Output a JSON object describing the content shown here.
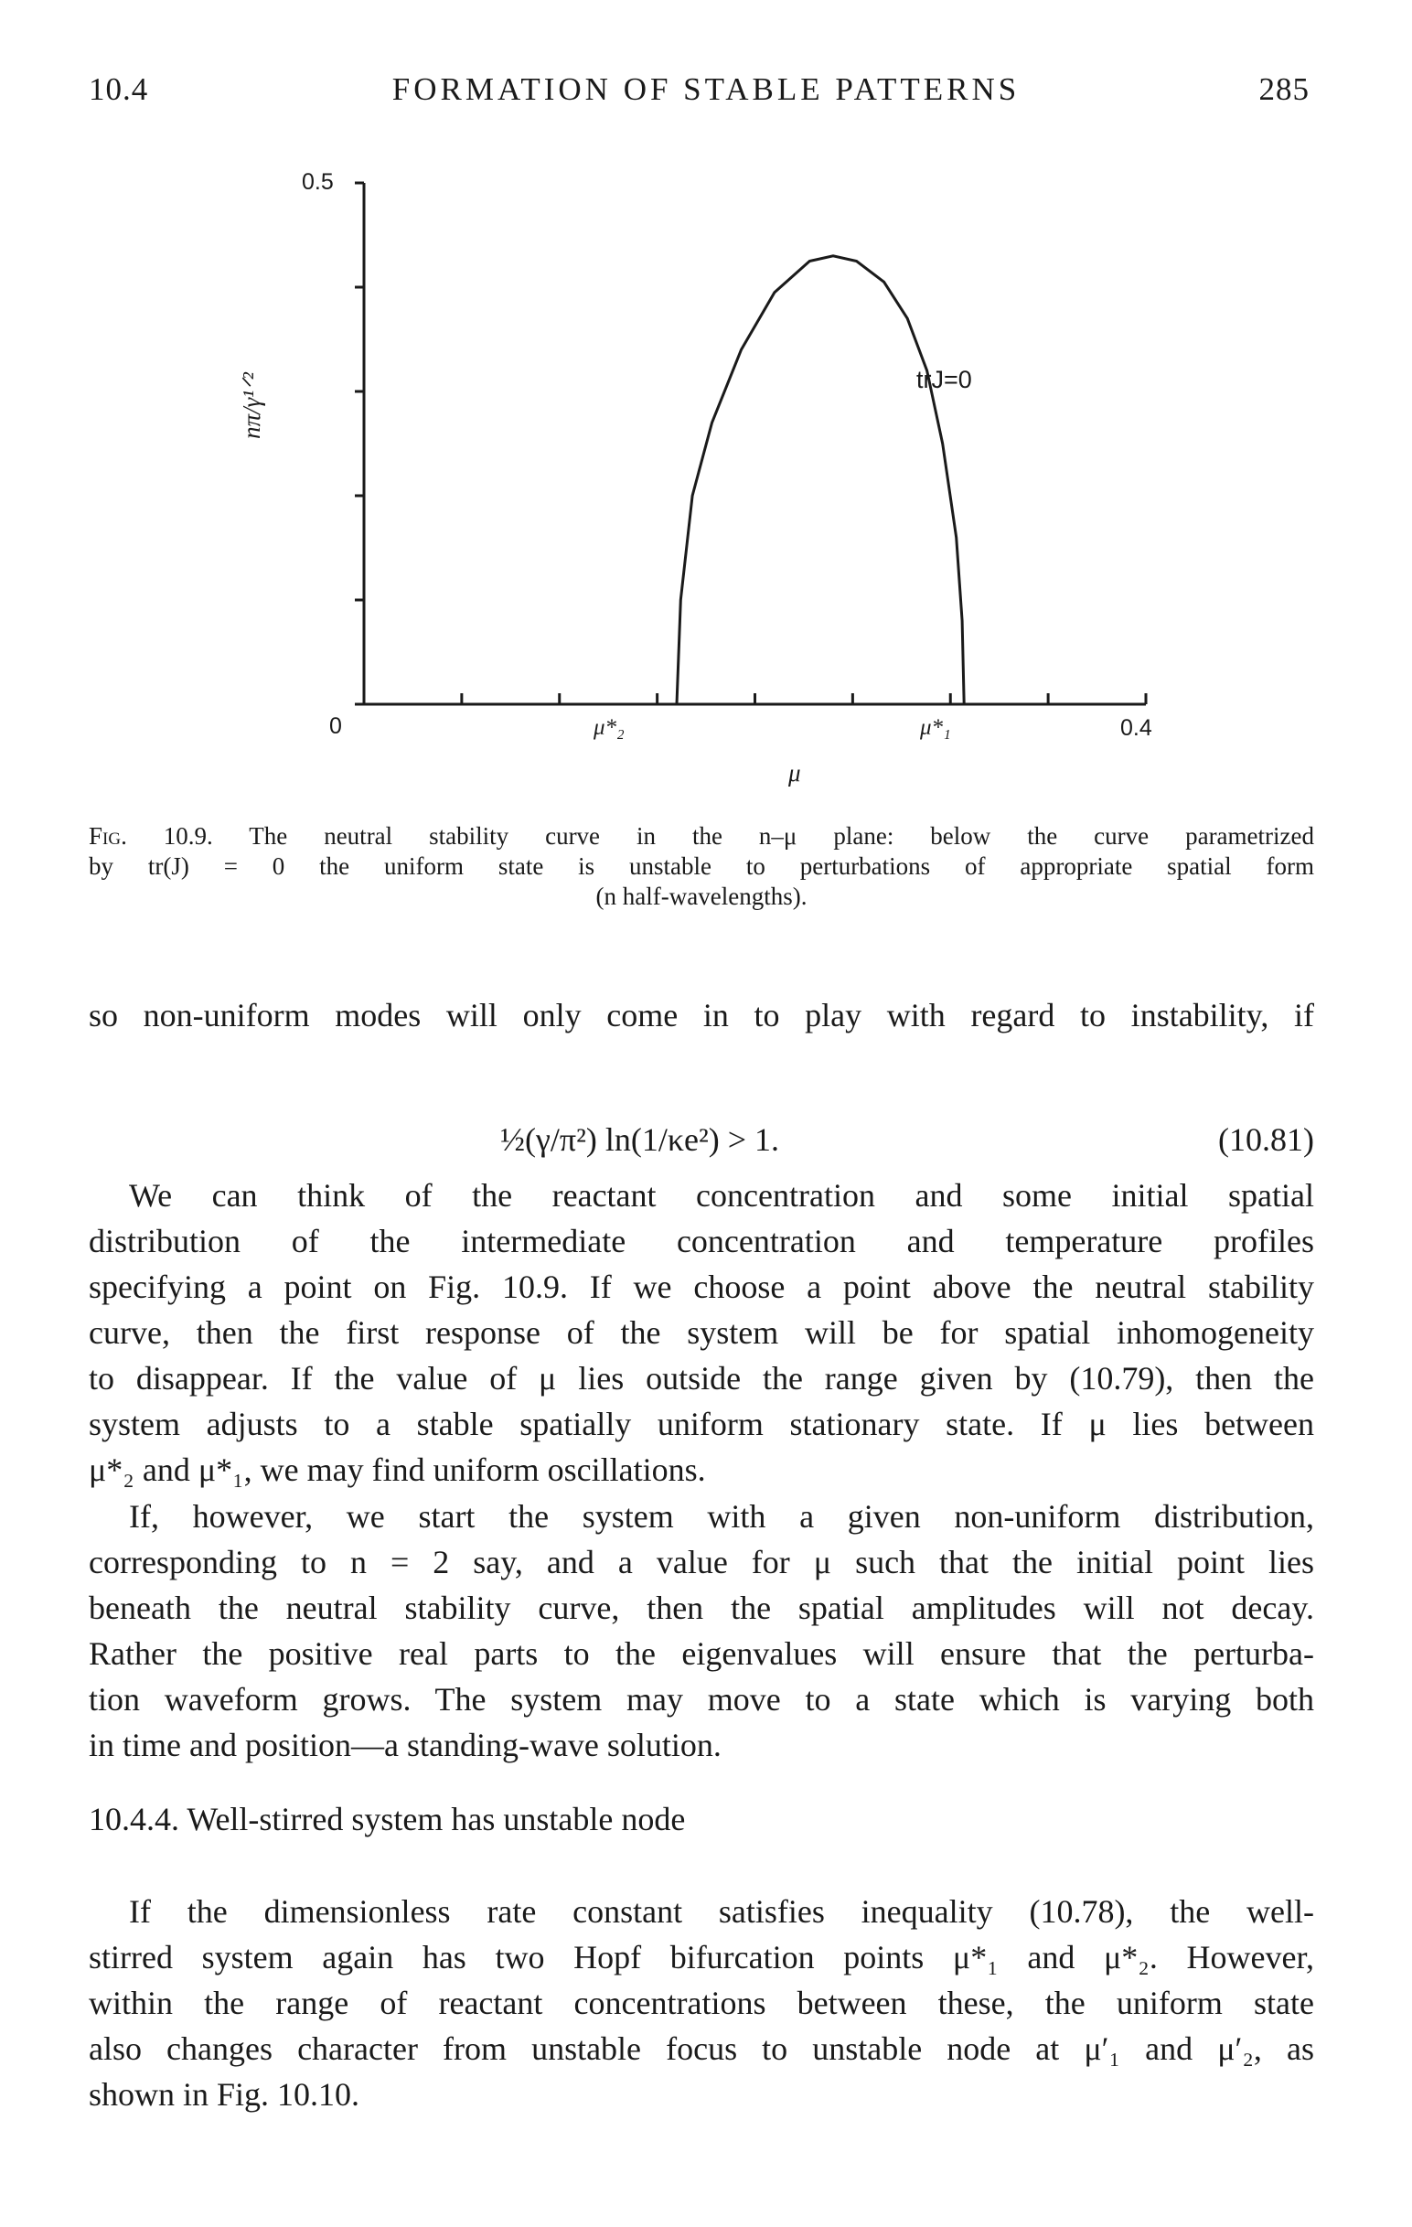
{
  "header": {
    "section": "10.4",
    "title": "FORMATION OF STABLE PATTERNS",
    "page": "285"
  },
  "figure": {
    "y_tick_top": "0.5",
    "y_tick_zero": "0",
    "x_tick_max": "0.4",
    "y_axis_label": "nπ/γ¹ᐟ²",
    "x_axis_label": "μ",
    "mu2_label": "μ*₂",
    "mu1_label": "μ*₁",
    "curve_label": "trJ=0"
  },
  "chart_data": {
    "type": "line",
    "xlabel": "μ",
    "ylabel": "nπ/γ^1/2",
    "xlim": [
      0,
      0.4
    ],
    "ylim": [
      0,
      0.5
    ],
    "x_ticks": [
      0,
      0.4
    ],
    "y_ticks": [
      0,
      0.5
    ],
    "grid": false,
    "series": [
      {
        "name": "trJ=0",
        "x": [
          0.16,
          0.162,
          0.168,
          0.178,
          0.193,
          0.21,
          0.228,
          0.24,
          0.252,
          0.266,
          0.278,
          0.288,
          0.296,
          0.303,
          0.306,
          0.307
        ],
        "y": [
          0.0,
          0.1,
          0.2,
          0.27,
          0.34,
          0.395,
          0.425,
          0.43,
          0.425,
          0.405,
          0.37,
          0.32,
          0.25,
          0.16,
          0.08,
          0.0
        ]
      }
    ],
    "annotations": [
      "μ*₂",
      "μ*₁",
      "trJ=0"
    ]
  },
  "caption": {
    "fig_label": "Fig. 10.9.",
    "line1": "The neutral stability curve in the n–μ plane: below the curve parametrized",
    "line2": "by tr(J) = 0 the uniform state is unstable to perturbations of appropriate spatial form",
    "line3": "(n half-wavelengths)."
  },
  "body": {
    "p1": "so non-uniform modes will only come in to play with regard to instability, if",
    "equation": "½(γ/π²) ln(1/κe²) > 1.",
    "equation_number": "(10.81)",
    "p2_lines": [
      "We can think of the reactant concentration and some initial spatial",
      "distribution of the intermediate concentration and temperature profiles",
      "specifying a point on Fig. 10.9. If we choose a point above the neutral stability",
      "curve, then the first response of the system will be for spatial inhomogeneity",
      "to disappear. If the value of μ lies outside the range given by (10.79), then the",
      "system adjusts to a stable spatially uniform stationary state. If μ lies between",
      "μ*₂ and μ*₁, we may find uniform oscillations."
    ],
    "p3_lines": [
      "If, however, we start the system with a given non-uniform distribution,",
      "corresponding to n = 2 say, and a value for μ such that the initial point lies",
      "beneath the neutral stability curve, then the spatial amplitudes will not decay.",
      "Rather the positive real parts to the eigenvalues will ensure that the perturba-",
      "tion waveform grows. The system may move to a state which is varying both",
      "in time and position—a standing-wave solution."
    ],
    "subsection": "10.4.4. Well-stirred system has unstable node",
    "p4_lines": [
      "If the dimensionless rate constant satisfies inequality (10.78), the well-",
      "stirred system again has two Hopf bifurcation points μ*₁ and μ*₂. However,",
      "within the range of reactant concentrations between these, the uniform state",
      "also changes character from unstable focus to unstable node at μ′₁ and μ′₂, as",
      "shown in Fig. 10.10."
    ]
  }
}
